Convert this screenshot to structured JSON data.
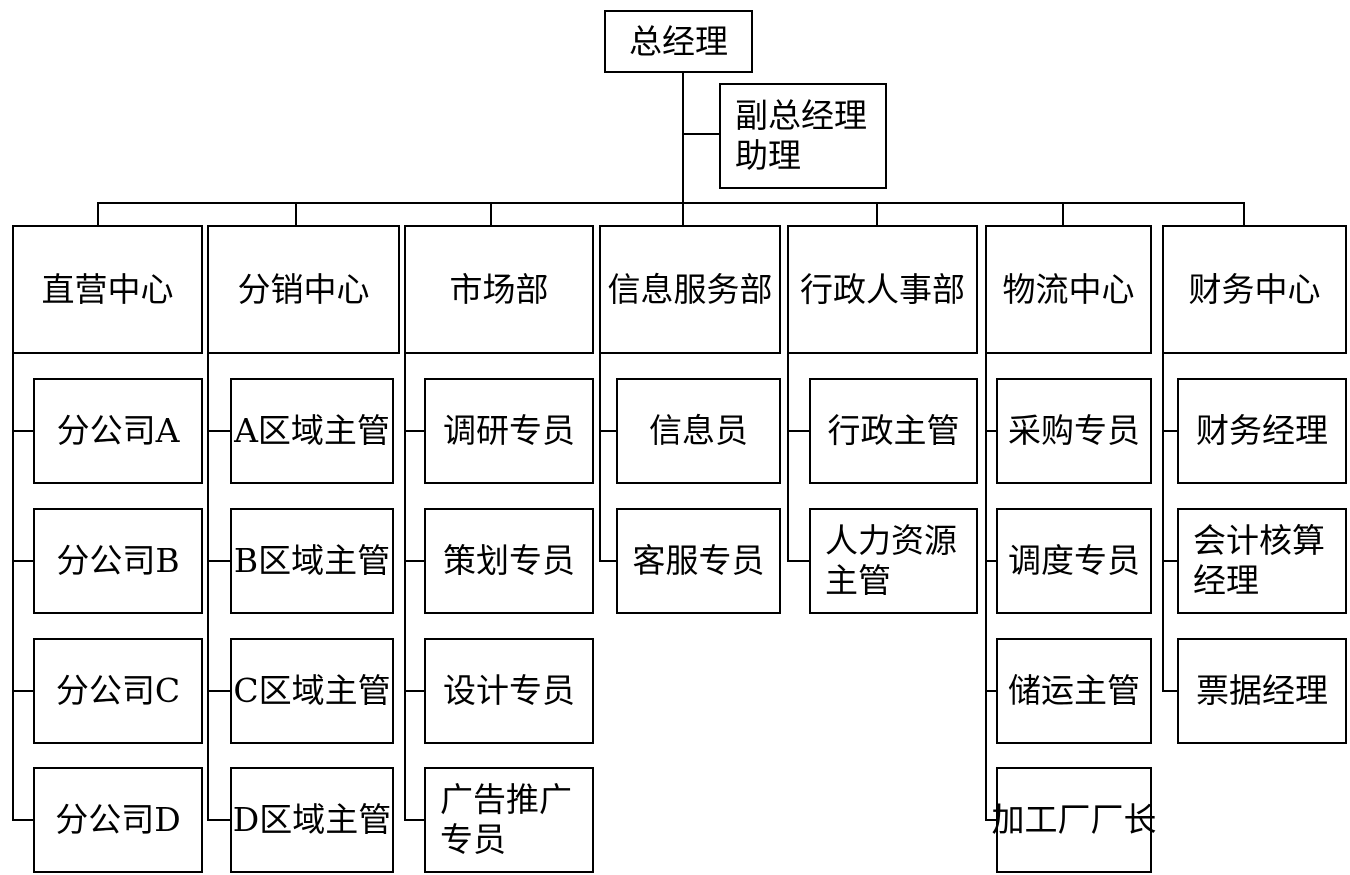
{
  "top": {
    "ceo": "总经理",
    "assistant": "副总经理助理"
  },
  "departments": [
    {
      "name": "直营中心",
      "items": [
        "分公司A",
        "分公司B",
        "分公司C",
        "分公司D"
      ]
    },
    {
      "name": "分销中心",
      "items": [
        "A区域主管",
        "B区域主管",
        "C区域主管",
        "D区域主管"
      ]
    },
    {
      "name": "市场部",
      "items": [
        "调研专员",
        "策划专员",
        "设计专员",
        "广告推广专员"
      ]
    },
    {
      "name": "信息服务部",
      "items": [
        "信息员",
        "客服专员"
      ]
    },
    {
      "name": "行政人事部",
      "items": [
        "行政主管",
        "人力资源主管"
      ]
    },
    {
      "name": "物流中心",
      "items": [
        "采购专员",
        "调度专员",
        "储运主管",
        "加工厂厂长"
      ]
    },
    {
      "name": "财务中心",
      "items": [
        "财务经理",
        "会计核算经理",
        "票据经理"
      ]
    }
  ]
}
